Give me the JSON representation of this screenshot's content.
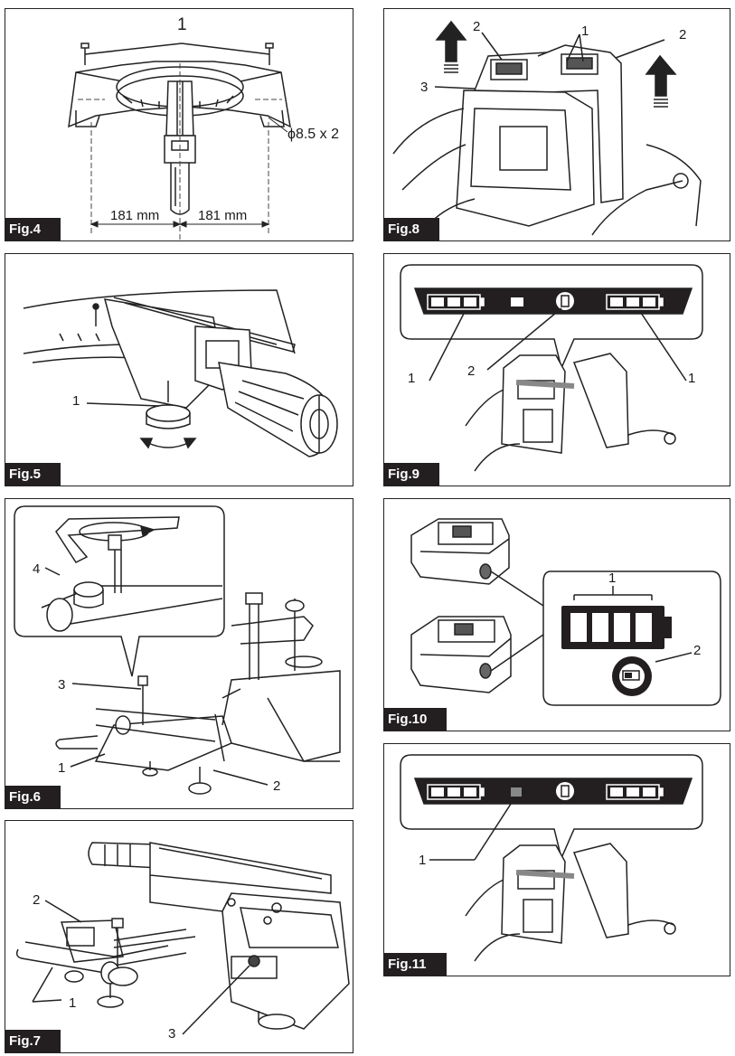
{
  "figures": {
    "fig4": {
      "label": "Fig.4",
      "callout_1": "1",
      "hole_spec": "ϕ8.5 x 2",
      "dim_left": "181 mm",
      "dim_right": "181 mm"
    },
    "fig5": {
      "label": "Fig.5",
      "callout_1": "1"
    },
    "fig6": {
      "label": "Fig.6",
      "callout_1": "1",
      "callout_2": "2",
      "callout_3": "3",
      "callout_4": "4"
    },
    "fig7": {
      "label": "Fig.7",
      "callout_1": "1",
      "callout_2": "2",
      "callout_3": "3"
    },
    "fig8": {
      "label": "Fig.8",
      "callout_1": "1",
      "callout_2a": "2",
      "callout_2b": "2",
      "callout_3": "3"
    },
    "fig9": {
      "label": "Fig.9",
      "callout_1a": "1",
      "callout_1b": "1",
      "callout_2": "2"
    },
    "fig10": {
      "label": "Fig.10",
      "callout_1": "1",
      "callout_2": "2"
    },
    "fig11": {
      "label": "Fig.11",
      "callout_1": "1"
    }
  }
}
